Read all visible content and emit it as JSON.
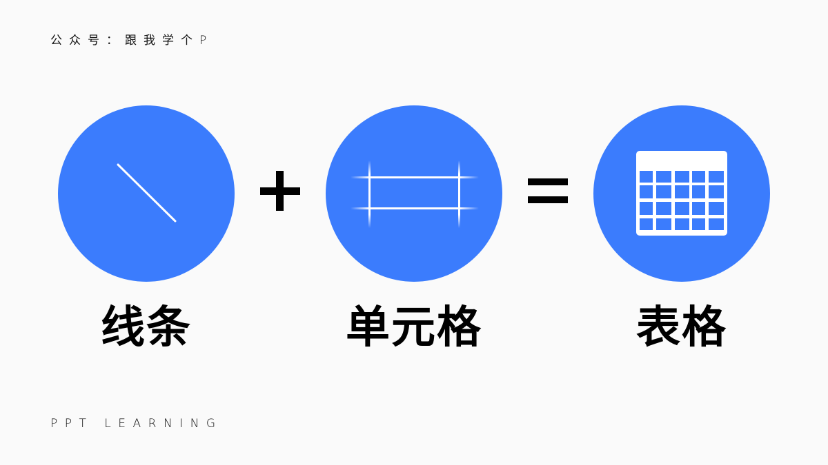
{
  "header": {
    "text": "公众号：跟我学个P"
  },
  "footer": {
    "text": "PPT LEARNING"
  },
  "colors": {
    "accent": "#3b7cfd",
    "background": "#fafafa",
    "text": "#000000",
    "icon": "#ffffff"
  },
  "equation": {
    "items": [
      {
        "label": "线条",
        "icon": "diagonal-line-icon"
      },
      {
        "label": "单元格",
        "icon": "cell-gridlines-icon"
      },
      {
        "label": "表格",
        "icon": "table-icon"
      }
    ],
    "operators": [
      "+",
      "="
    ]
  }
}
